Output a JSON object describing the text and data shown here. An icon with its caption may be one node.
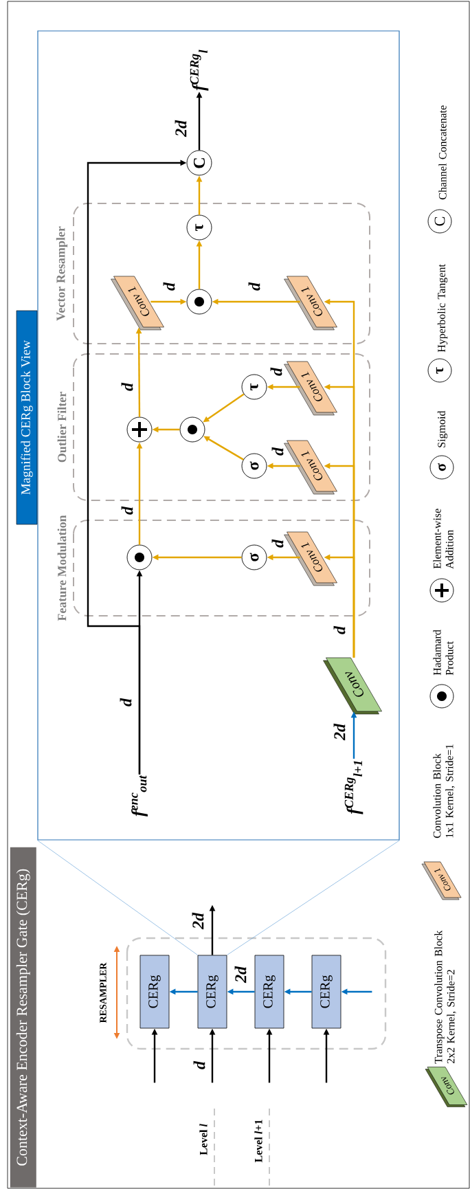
{
  "diagram": {
    "title": "Context-Aware Encoder Resampler Gate (CERg)",
    "nodes": [
      {
        "text": [
          "RESAMPLER"
        ]
      },
      {
        "text": [
          "CERg"
        ],
        "in": 0
      },
      {
        "text": [
          "CERg"
        ],
        "in": 0
      },
      {
        "text": [
          "CERg"
        ],
        "in": 0
      },
      {
        "text": [
          "CERg"
        ],
        "in": 0
      },
      {
        "text": [
          "Magnified CERg Block View"
        ]
      },
      {
        "text": [
          "f$^{enc}$$_{out}$"
        ],
        "in": 5
      },
      {
        "text": [
          "f$^{CERg}$$_{l+1}$"
        ],
        "in": 5
      },
      {
        "text": [
          "Conv"
        ],
        "in": 5
      },
      {
        "text": [
          "Feature Modulation"
        ],
        "in": 5
      },
      {
        "text": [],
        "shape": "circle",
        "in": 9
      },
      {
        "text": [
          "σ"
        ],
        "in": 9
      },
      {
        "text": [
          "Conv 1"
        ],
        "in": 9
      },
      {
        "text": [
          "Outlier Filter"
        ],
        "in": 5
      },
      {
        "text": [],
        "shape": "circle",
        "in": 13
      },
      {
        "text": [],
        "shape": "circle",
        "in": 13
      },
      {
        "text": [
          "σ"
        ],
        "in": 13
      },
      {
        "text": [
          "Conv 1"
        ],
        "in": 13
      },
      {
        "text": [
          "τ"
        ],
        "in": 13
      },
      {
        "text": [
          "Conv 1"
        ],
        "in": 13
      },
      {
        "text": [
          "Vector Resampler"
        ],
        "in": 5
      },
      {
        "text": [
          "Conv 1"
        ],
        "in": 20
      },
      {
        "text": [],
        "shape": "circle",
        "in": 20
      },
      {
        "text": [
          "Conv 1"
        ],
        "in": 20
      },
      {
        "text": [
          "τ"
        ],
        "in": 20
      },
      {
        "text": [
          "C"
        ],
        "in": 5
      },
      {
        "text": [
          "f$^{CERg}$$_{l}$"
        ],
        "in": 5
      }
    ],
    "edges": [
      {
        "from": null,
        "to": 1,
        "arrow": "to",
        "color": "#000000"
      },
      {
        "from": null,
        "to": 2,
        "arrow": "to",
        "color": "#000000",
        "label": "d"
      },
      {
        "from": null,
        "to": 3,
        "arrow": "to",
        "color": "#000000"
      },
      {
        "from": null,
        "to": 4,
        "arrow": "to",
        "color": "#000000"
      },
      {
        "from": null,
        "to": 4,
        "arrow": "to",
        "color": "#0070c0"
      },
      {
        "from": 4,
        "to": 3,
        "arrow": "to",
        "color": "#0070c0"
      },
      {
        "from": 3,
        "to": 2,
        "arrow": "to",
        "color": "#0070c0",
        "label": "2d"
      },
      {
        "from": 2,
        "to": 1,
        "arrow": "to",
        "color": "#0070c0"
      },
      {
        "from": 2,
        "to": null,
        "arrow": "to",
        "color": "#000000",
        "label": "2d"
      },
      {
        "from": 2,
        "to": 5,
        "arrow": "none",
        "color": "#5b9bd5"
      },
      {
        "from": 2,
        "to": 5,
        "arrow": "none",
        "color": "#5b9bd5"
      },
      {
        "from": 6,
        "to": 10,
        "arrow": "to",
        "color": "#000000",
        "label": "d"
      },
      {
        "from": 6,
        "to": 25,
        "arrow": "to",
        "color": "#000000"
      },
      {
        "from": 7,
        "to": 8,
        "arrow": "to",
        "color": "#0070c0",
        "label": "2d"
      },
      {
        "from": 8,
        "to": 12,
        "arrow": "to",
        "label": "d"
      },
      {
        "from": 8,
        "to": 17,
        "arrow": "to"
      },
      {
        "from": 8,
        "to": 19,
        "arrow": "to"
      },
      {
        "from": 8,
        "to": 23,
        "arrow": "to"
      },
      {
        "from": 12,
        "to": 11,
        "arrow": "to",
        "label": "d"
      },
      {
        "from": 11,
        "to": 10,
        "arrow": "to"
      },
      {
        "from": 10,
        "to": 14,
        "arrow": "to",
        "label": "d"
      },
      {
        "from": 17,
        "to": 16,
        "arrow": "to",
        "label": "d"
      },
      {
        "from": 16,
        "to": 15,
        "arrow": "to"
      },
      {
        "from": 19,
        "to": 18,
        "arrow": "to",
        "label": "d"
      },
      {
        "from": 18,
        "to": 15,
        "arrow": "to"
      },
      {
        "from": 15,
        "to": 14,
        "arrow": "to"
      },
      {
        "from": 14,
        "to": 21,
        "arrow": "to",
        "label": "d"
      },
      {
        "from": 21,
        "to": 22,
        "arrow": "to",
        "label": "d"
      },
      {
        "from": 23,
        "to": 22,
        "arrow": "to",
        "label": "d"
      },
      {
        "from": 22,
        "to": 24,
        "arrow": "to"
      },
      {
        "from": 24,
        "to": 25,
        "arrow": "to"
      },
      {
        "from": 25,
        "to": 26,
        "arrow": "to",
        "color": "#000000",
        "label": "2d"
      }
    ],
    "labels": [
      "Level *l*",
      "Level *l*+1",
      "Conv",
      "Conv 1",
      "σ",
      "τ",
      "C"
    ],
    "legend": [
      {
        "text": "Transpose Convolution Block 2x2 Kernel, Stride=2"
      },
      {
        "text": "Convolution Block 1x1 Kernel, Stride=1"
      },
      {
        "text": "Hadamard Product"
      },
      {
        "text": "Element-wise Addition"
      },
      {
        "text": "Sigmoid"
      },
      {
        "text": "Hyperbolic Tangent"
      },
      {
        "text": "Channel Concatenate"
      }
    ]
  }
}
